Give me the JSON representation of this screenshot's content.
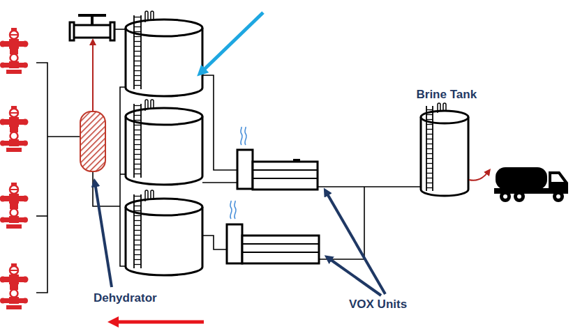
{
  "diagram": {
    "nodes": [
      {
        "text": [
          "Brine Tank"
        ]
      }
    ],
    "labels": [
      "Dehydrator",
      "VOX Units"
    ]
  }
}
